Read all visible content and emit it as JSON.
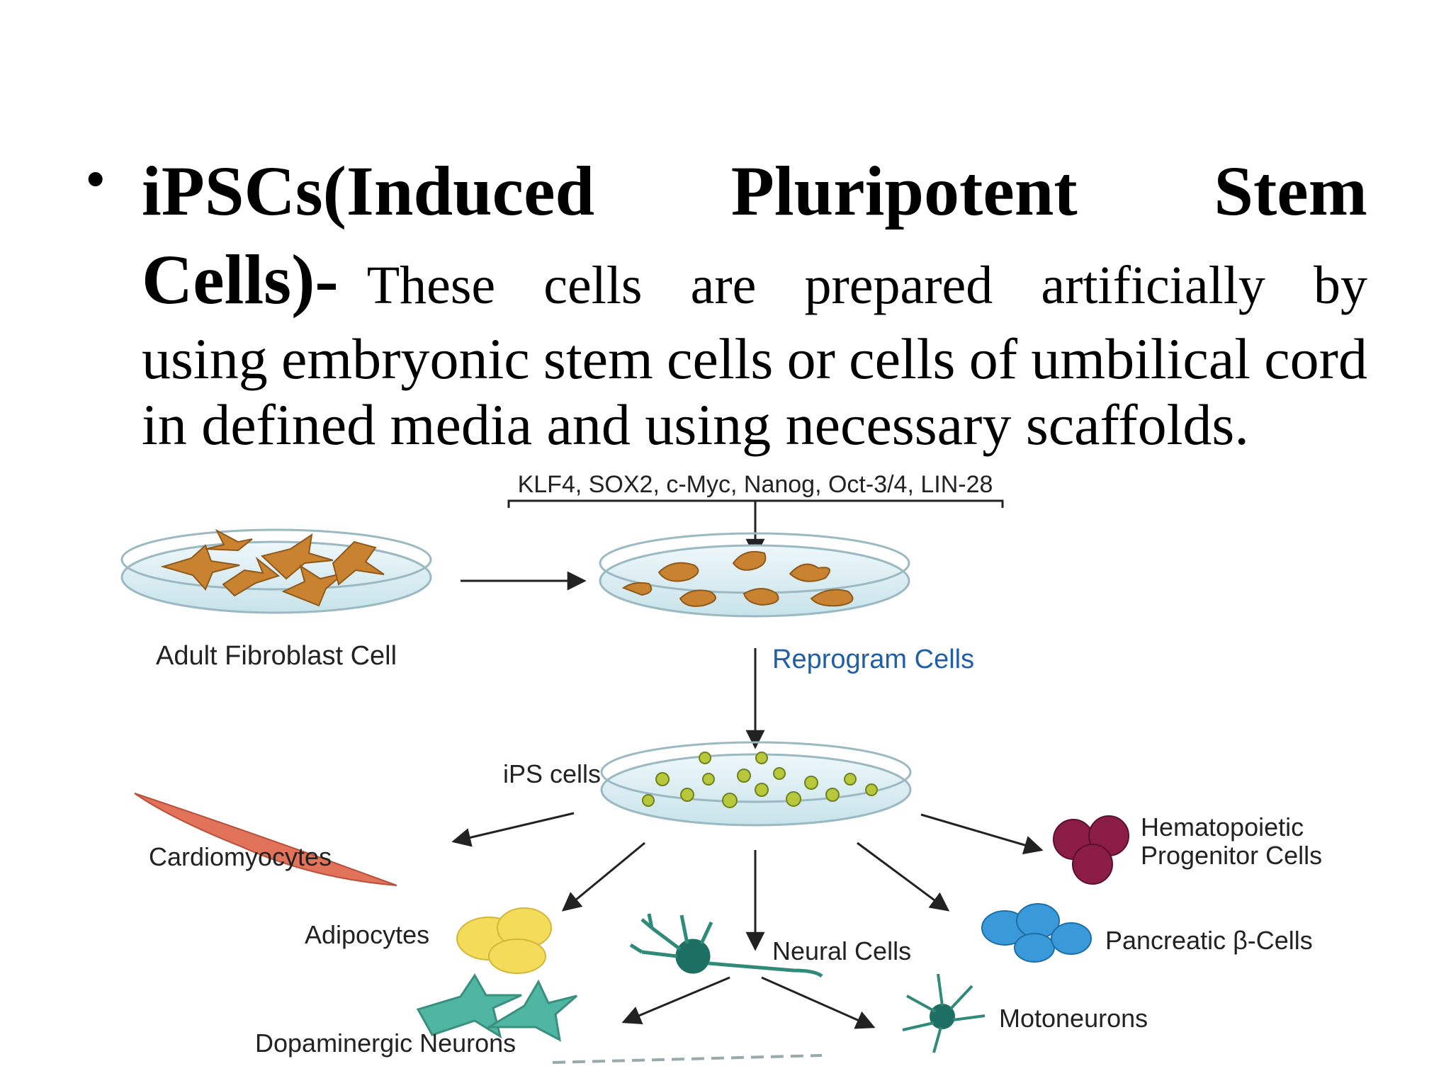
{
  "slide": {
    "bullet": "•",
    "heading_line1": [
      "iPSCs(Induced",
      "Pluripotent",
      "Stem"
    ],
    "heading_line2": "Cells)-",
    "desc_line2": [
      "These",
      "cells",
      "are",
      "prepared",
      "artificially",
      "by"
    ],
    "desc_line3": [
      "using",
      "embryonic",
      "stem",
      "cells",
      "or",
      "cells",
      "of",
      "umbilical",
      "cord"
    ],
    "desc_line4": "in defined media and using necessary scaffolds."
  },
  "diagram": {
    "factors": "KLF4, SOX2, c-Myc, Nanog, Oct-3/4, LIN-28",
    "adult_fibroblast": "Adult Fibroblast Cell",
    "reprogram": "Reprogram Cells",
    "ips_cells": "iPS cells",
    "cardiomyocytes": "Cardiomyocytes",
    "hematopoietic_1": "Hematopoietic",
    "hematopoietic_2": "Progenitor Cells",
    "adipocytes": "Adipocytes",
    "neural": "Neural Cells",
    "pancreatic": "Pancreatic β-Cells",
    "dopaminergic": "Dopaminergic Neurons",
    "motoneurons": "Motoneurons"
  },
  "colors": {
    "reprogram_text": "#1f5fa6",
    "fibroblast": "#c9822f",
    "dish": "#d8ecf1",
    "ips": "#b7c83a",
    "cardio": "#e0735a",
    "hemato": "#8a1c45",
    "adipo": "#f3dc5a",
    "pancreatic": "#3a9ad9",
    "neural": "#2f8a7a",
    "dopa": "#4fb6a2"
  }
}
